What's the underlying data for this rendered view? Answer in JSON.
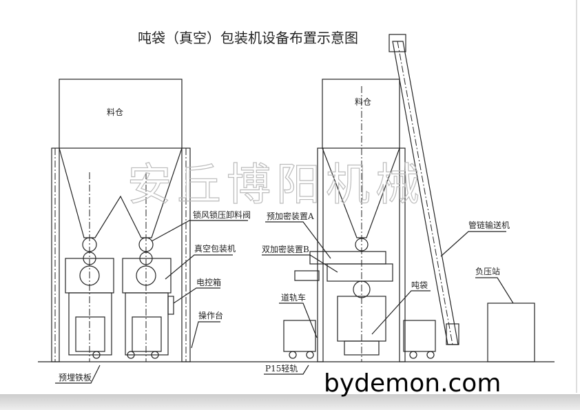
{
  "title": "吨袋（真空）包装机设备布置示意图",
  "labels": {
    "silo_left": "料仓",
    "silo_right": "料仓",
    "valve": "锁风锁压卸料阀",
    "vacuum_packer": "真空包装机",
    "control_box": "电控箱",
    "operating_platform": "操作台",
    "embedded_plate": "预埋铁板",
    "pre_densify_a": "预加密装置A",
    "double_densify_b": "双加密装置B",
    "rail_cart": "道轨车",
    "ton_bag": "吨袋",
    "rail": "P15轻轨",
    "tube_chain_conveyor": "管链输送机",
    "negative_pressure_station": "负压站"
  },
  "watermark": "安丘博阳机械",
  "site_watermark": "bydemon.com"
}
